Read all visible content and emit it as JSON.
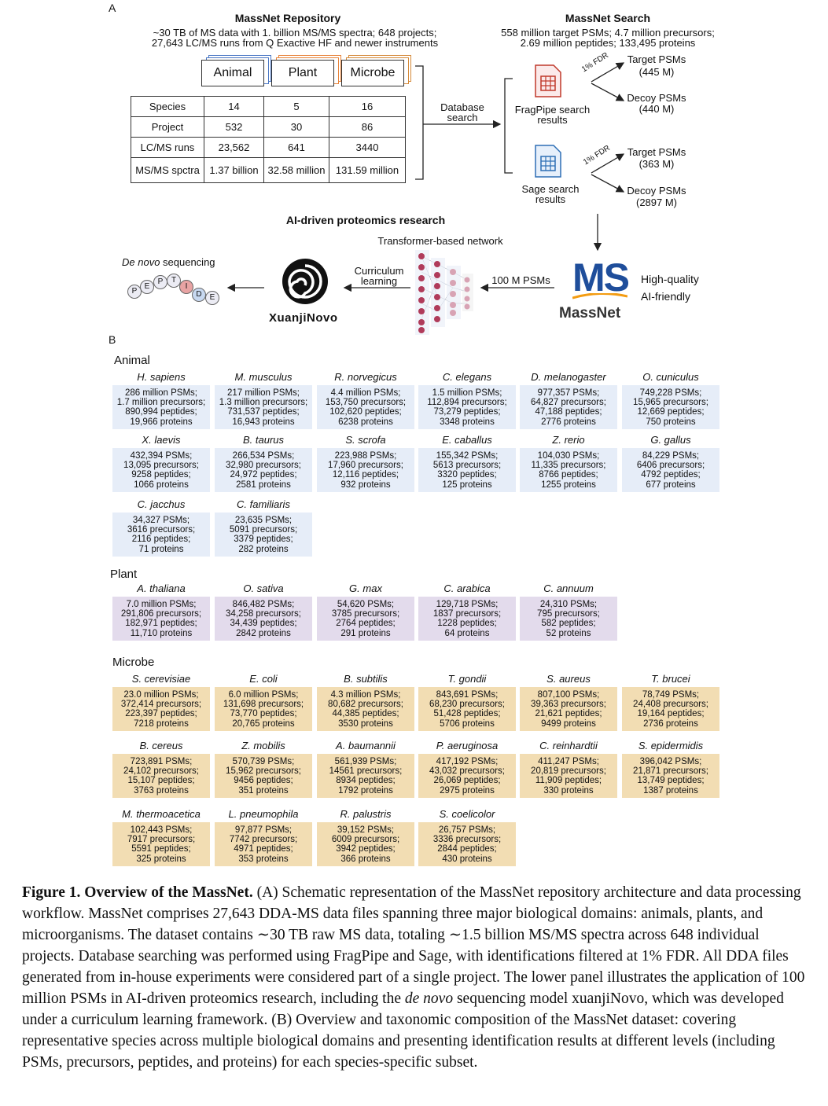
{
  "panelA": {
    "label": "A",
    "repo_title": "MassNet Repository",
    "repo_line1": "~30 TB of MS data with 1. billion MS/MS spectra; 648 projects;",
    "repo_line2": "27,643 LC/MS runs from Q Exactive HF and newer instruments",
    "folders": [
      "Animal",
      "Plant",
      "Microbe"
    ],
    "table": {
      "rows": [
        {
          "label": "Species",
          "values": [
            "14",
            "5",
            "16"
          ]
        },
        {
          "label": "Project",
          "values": [
            "532",
            "30",
            "86"
          ]
        },
        {
          "label": "LC/MS runs",
          "values": [
            "23,562",
            "641",
            "3440"
          ]
        },
        {
          "label": "MS/MS spctra",
          "values": [
            "1.37 billion",
            "32.58 million",
            "131.59 million"
          ]
        }
      ]
    },
    "db_search_line1": "Database",
    "db_search_line2": "search",
    "search_title": "MassNet Search",
    "search_line1": "558 million target PSMs; 4.7 million precursors;",
    "search_line2": "2.69 million peptides; 133,495 proteins",
    "fragpipe": {
      "label1": "FragPipe search",
      "label2": "results",
      "fdr": "1% FDR",
      "target1": "Target PSMs",
      "target2": "(445 M)",
      "decoy1": "Decoy PSMs",
      "decoy2": "(440 M)"
    },
    "sage": {
      "label1": "Sage search",
      "label2": "results",
      "fdr": "1% FDR",
      "target1": "Target PSMs",
      "target2": "(363 M)",
      "decoy1": "Decoy PSMs",
      "decoy2": "(2897 M)"
    },
    "ai_title": "AI-driven proteomics research",
    "transformer": "Transformer-based network",
    "denovo": "De novo sequencing",
    "denovo_rest": " sequencing",
    "denovo_italic": "De novo",
    "peptide_letters": [
      "P",
      "E",
      "P",
      "T",
      "I",
      "D",
      "E"
    ],
    "curriculum1": "Curriculum",
    "curriculum2": "learning",
    "psms": "100 M PSMs",
    "xuanji": "XuanjiNovo",
    "massnet_logo": "MS",
    "massnet_name": "MassNet",
    "hq1": "High-quality",
    "hq2": "AI-friendly"
  },
  "panelB": {
    "label": "B",
    "animal_label": "Animal",
    "plant_label": "Plant",
    "microbe_label": "Microbe",
    "animal": [
      {
        "name": "H. sapiens",
        "lines": [
          "286 million PSMs;",
          "1.7 million precursors;",
          "890,994 peptides;",
          "19,966 proteins"
        ]
      },
      {
        "name": "M. musculus",
        "lines": [
          "217 million PSMs;",
          "1.3 million precursors;",
          "731,537 peptides;",
          "16,943 proteins"
        ]
      },
      {
        "name": "R. norvegicus",
        "lines": [
          "4.4 million PSMs;",
          "153,750 precursors;",
          "102,620 peptides;",
          "6238 proteins"
        ]
      },
      {
        "name": "C. elegans",
        "lines": [
          "1.5 million PSMs;",
          "112,894 precursors;",
          "73,279 peptides;",
          "3348 proteins"
        ]
      },
      {
        "name": "D. melanogaster",
        "lines": [
          "977,357 PSMs;",
          "64,827 precursors;",
          "47,188 peptides;",
          "2776 proteins"
        ]
      },
      {
        "name": "O. cuniculus",
        "lines": [
          "749,228 PSMs;",
          "15,965 precursors;",
          "12,669 peptides;",
          "750 proteins"
        ]
      },
      {
        "name": "X. laevis",
        "lines": [
          "432,394 PSMs;",
          "13,095 precursors;",
          "9258 peptides;",
          "1066 proteins"
        ]
      },
      {
        "name": "B. taurus",
        "lines": [
          "266,534 PSMs;",
          "32,980 precursors;",
          "24,972 peptides;",
          "2581 proteins"
        ]
      },
      {
        "name": "S. scrofa",
        "lines": [
          "223,988 PSMs;",
          "17,960 precursors;",
          "12,116 peptides;",
          "932 proteins"
        ]
      },
      {
        "name": "E. caballus",
        "lines": [
          "155,342 PSMs;",
          "5613 precursors;",
          "3320 peptides;",
          "125 proteins"
        ]
      },
      {
        "name": "Z. rerio",
        "lines": [
          "104,030 PSMs;",
          "11,335 precursors;",
          "8766 peptides;",
          "1255 proteins"
        ]
      },
      {
        "name": "G. gallus",
        "lines": [
          "84,229 PSMs;",
          "6406 precursors;",
          "4792 peptides;",
          "677 proteins"
        ]
      },
      {
        "name": "C. jacchus",
        "lines": [
          "34,327 PSMs;",
          "3616 precursors;",
          "2116 peptides;",
          "71 proteins"
        ]
      },
      {
        "name": "C. familiaris",
        "lines": [
          "23,635 PSMs;",
          "5091 precursors;",
          "3379 peptides;",
          "282 proteins"
        ]
      }
    ],
    "plant": [
      {
        "name": "A. thaliana",
        "lines": [
          "7.0 million PSMs;",
          "291,806 precursors;",
          "182,971 peptides;",
          "11,710 proteins"
        ]
      },
      {
        "name": "O. sativa",
        "lines": [
          "846,482 PSMs;",
          "34,258 precursors;",
          "34,439 peptides;",
          "2842 proteins"
        ]
      },
      {
        "name": "G. max",
        "lines": [
          "54,620 PSMs;",
          "3785 precursors;",
          "2764 peptides;",
          "291 proteins"
        ]
      },
      {
        "name": "C. arabica",
        "lines": [
          "129,718 PSMs;",
          "1837 precursors;",
          "1228 peptides;",
          "64 proteins"
        ]
      },
      {
        "name": "C. annuum",
        "lines": [
          "24,310 PSMs;",
          "795 precursors;",
          "582 peptides;",
          "52 proteins"
        ]
      }
    ],
    "microbe": [
      {
        "name": "S. cerevisiae",
        "lines": [
          "23.0 million PSMs;",
          "372,414 precursors;",
          "223,397 peptides;",
          "7218 proteins"
        ]
      },
      {
        "name": "E. coli",
        "lines": [
          "6.0 million PSMs;",
          "131,698 precursors;",
          "73,770 peptides;",
          "20,765 proteins"
        ]
      },
      {
        "name": "B. subtilis",
        "lines": [
          "4.3 million PSMs;",
          "80,682 precursors;",
          "44,385 peptides;",
          "3530 proteins"
        ]
      },
      {
        "name": "T. gondii",
        "lines": [
          "843,691 PSMs;",
          "68,230 precursors;",
          "51,428 peptides;",
          "5706 proteins"
        ]
      },
      {
        "name": "S. aureus",
        "lines": [
          "807,100 PSMs;",
          "39,363 precursors;",
          "21,621 peptides;",
          "9499 proteins"
        ]
      },
      {
        "name": "T. brucei",
        "lines": [
          "78,749 PSMs;",
          "24,408 precursors;",
          "19,164 peptides;",
          "2736 proteins"
        ]
      },
      {
        "name": "B. cereus",
        "lines": [
          "723,891 PSMs;",
          "24,102 precursors;",
          "15,107 peptides;",
          "3763 proteins"
        ]
      },
      {
        "name": "Z. mobilis",
        "lines": [
          "570,739 PSMs;",
          "15,962 precursors;",
          "9456 peptides;",
          "351 proteins"
        ]
      },
      {
        "name": "A. baumannii",
        "lines": [
          "561,939 PSMs;",
          "14561 precursors;",
          "8934 peptides;",
          "1792 proteins"
        ]
      },
      {
        "name": "P. aeruginosa",
        "lines": [
          "417,192 PSMs;",
          "43,032 precursors;",
          "26,069 peptides;",
          "2975 proteins"
        ]
      },
      {
        "name": "C. reinhardtii",
        "lines": [
          "411,247 PSMs;",
          "20,819 precursors;",
          "11,909 peptides;",
          "330 proteins"
        ]
      },
      {
        "name": "S. epidermidis",
        "lines": [
          "396,042 PSMs;",
          "21,871 precursors;",
          "13,749 peptides;",
          "1387 proteins"
        ]
      },
      {
        "name": "M. thermoacetica",
        "lines": [
          "102,443 PSMs;",
          "7917 precursors;",
          "5591 peptides;",
          "325 proteins"
        ]
      },
      {
        "name": "L. pneumophila",
        "lines": [
          "97,877 PSMs;",
          "7742 precursors;",
          "4971 peptides;",
          "353 proteins"
        ]
      },
      {
        "name": "R. palustris",
        "lines": [
          "39,152 PSMs;",
          "6009 precursors;",
          "3942 peptides;",
          "366 proteins"
        ]
      },
      {
        "name": "S. coelicolor",
        "lines": [
          "26,757 PSMs;",
          "3336 precursors;",
          "2844 peptides;",
          "430 proteins"
        ]
      }
    ]
  },
  "caption": {
    "title": "Figure 1. Overview of the MassNet.",
    "part1": " (A) Schematic representation of the MassNet repository architecture and data processing workflow. MassNet comprises 27,643 DDA-MS data files spanning three major biological domains: animals, plants, and microorganisms. The dataset contains ∼30 TB raw MS data, totaling ∼1.5 billion MS/MS spectra across 648 individual projects. Database searching was performed using FragPipe and Sage, with identifications filtered at 1% FDR. All DDA files generated from in-house experiments were considered part of a single project. The lower panel illustrates the application of 100 million PSMs in AI-driven proteomics research, including the ",
    "italic": "de novo",
    "part2": " sequencing model xuanjiNovo, which was developed under a curriculum learning framework. (B) Overview and taxonomic composition of the MassNet dataset: covering representative species across multiple biological domains and presenting identification results at different levels (including PSMs, precursors, peptides, and proteins) for each species-specific subset."
  },
  "colors": {
    "animal_bg": "#e6edf8",
    "plant_bg": "#e3dbec",
    "microbe_bg": "#f2ddb3",
    "fragpipe_icon": "#c0392b",
    "sage_icon": "#2e6fb5",
    "massnet_blue": "#1f4e9b",
    "massnet_orange": "#f39c12"
  }
}
